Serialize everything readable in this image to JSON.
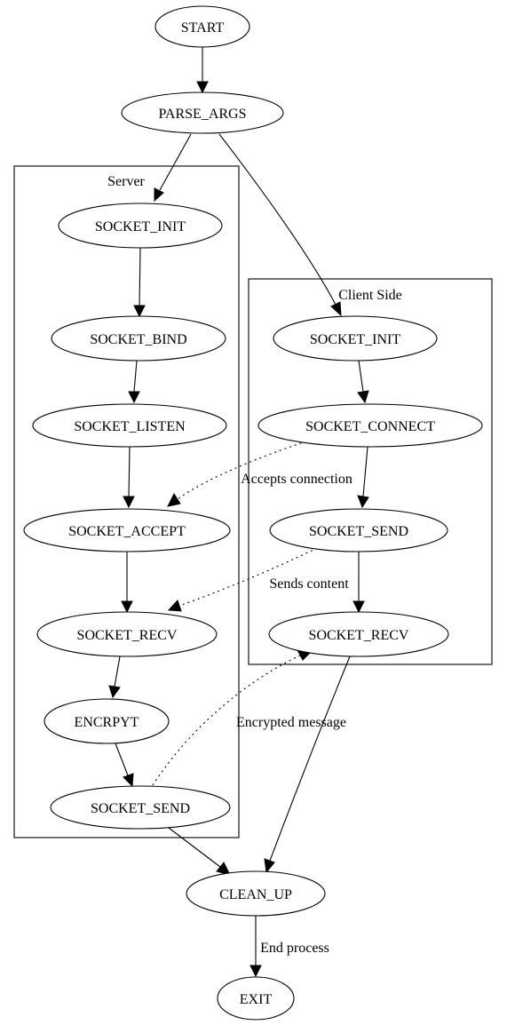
{
  "clusters": {
    "server": {
      "label": "Server"
    },
    "client": {
      "label": "Client Side"
    }
  },
  "nodes": {
    "start": "START",
    "parse_args": "PARSE_ARGS",
    "s_socket_init": "SOCKET_INIT",
    "s_socket_bind": "SOCKET_BIND",
    "s_socket_listen": "SOCKET_LISTEN",
    "s_socket_accept": "SOCKET_ACCEPT",
    "s_socket_recv": "SOCKET_RECV",
    "s_encrypt": "ENCRPYT",
    "s_socket_send": "SOCKET_SEND",
    "c_socket_init": "SOCKET_INIT",
    "c_socket_connect": "SOCKET_CONNECT",
    "c_socket_send": "SOCKET_SEND",
    "c_socket_recv": "SOCKET_RECV",
    "clean_up": "CLEAN_UP",
    "exit": "EXIT"
  },
  "edges": [
    {
      "from": "start",
      "to": "parse_args",
      "style": "solid"
    },
    {
      "from": "parse_args",
      "to": "s_socket_init",
      "style": "solid"
    },
    {
      "from": "parse_args",
      "to": "c_socket_init",
      "style": "solid"
    },
    {
      "from": "s_socket_init",
      "to": "s_socket_bind",
      "style": "solid"
    },
    {
      "from": "s_socket_bind",
      "to": "s_socket_listen",
      "style": "solid"
    },
    {
      "from": "s_socket_listen",
      "to": "s_socket_accept",
      "style": "solid"
    },
    {
      "from": "s_socket_accept",
      "to": "s_socket_recv",
      "style": "solid"
    },
    {
      "from": "s_socket_recv",
      "to": "s_encrypt",
      "style": "solid"
    },
    {
      "from": "s_encrypt",
      "to": "s_socket_send",
      "style": "solid"
    },
    {
      "from": "c_socket_init",
      "to": "c_socket_connect",
      "style": "solid"
    },
    {
      "from": "c_socket_connect",
      "to": "c_socket_send",
      "style": "solid"
    },
    {
      "from": "c_socket_send",
      "to": "c_socket_recv",
      "style": "solid"
    },
    {
      "from": "c_socket_connect",
      "to": "s_socket_accept",
      "style": "dotted",
      "label": "Accepts connection"
    },
    {
      "from": "c_socket_send",
      "to": "s_socket_recv",
      "style": "dotted",
      "label": "Sends content"
    },
    {
      "from": "s_socket_send",
      "to": "c_socket_recv",
      "style": "dotted",
      "label": "Encrypted message"
    },
    {
      "from": "s_socket_send",
      "to": "clean_up",
      "style": "solid"
    },
    {
      "from": "c_socket_recv",
      "to": "clean_up",
      "style": "solid"
    },
    {
      "from": "clean_up",
      "to": "exit",
      "style": "solid",
      "label": "End process"
    }
  ]
}
